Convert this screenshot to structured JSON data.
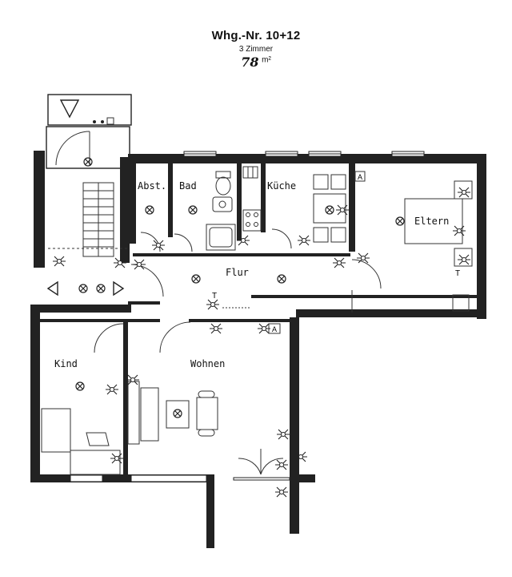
{
  "header": {
    "title": "Whg.-Nr. 10+12",
    "rooms": "3 Zimmer",
    "area_value": "78",
    "area_unit": "m²"
  },
  "rooms": {
    "abst": "Abst.",
    "bad": "Bad",
    "kueche": "Küche",
    "eltern": "Eltern",
    "flur": "Flur",
    "kind": "Kind",
    "wohnen": "Wohnen"
  },
  "symbols": {
    "lamp_icon": "circle-x",
    "switch_icon": "wall-switch",
    "socket_marker_1": "A",
    "socket_marker_2": "A",
    "socket_marker_3": "T",
    "socket_marker_4": "T"
  },
  "colors": {
    "walls": "#222222",
    "background": "#ffffff"
  }
}
